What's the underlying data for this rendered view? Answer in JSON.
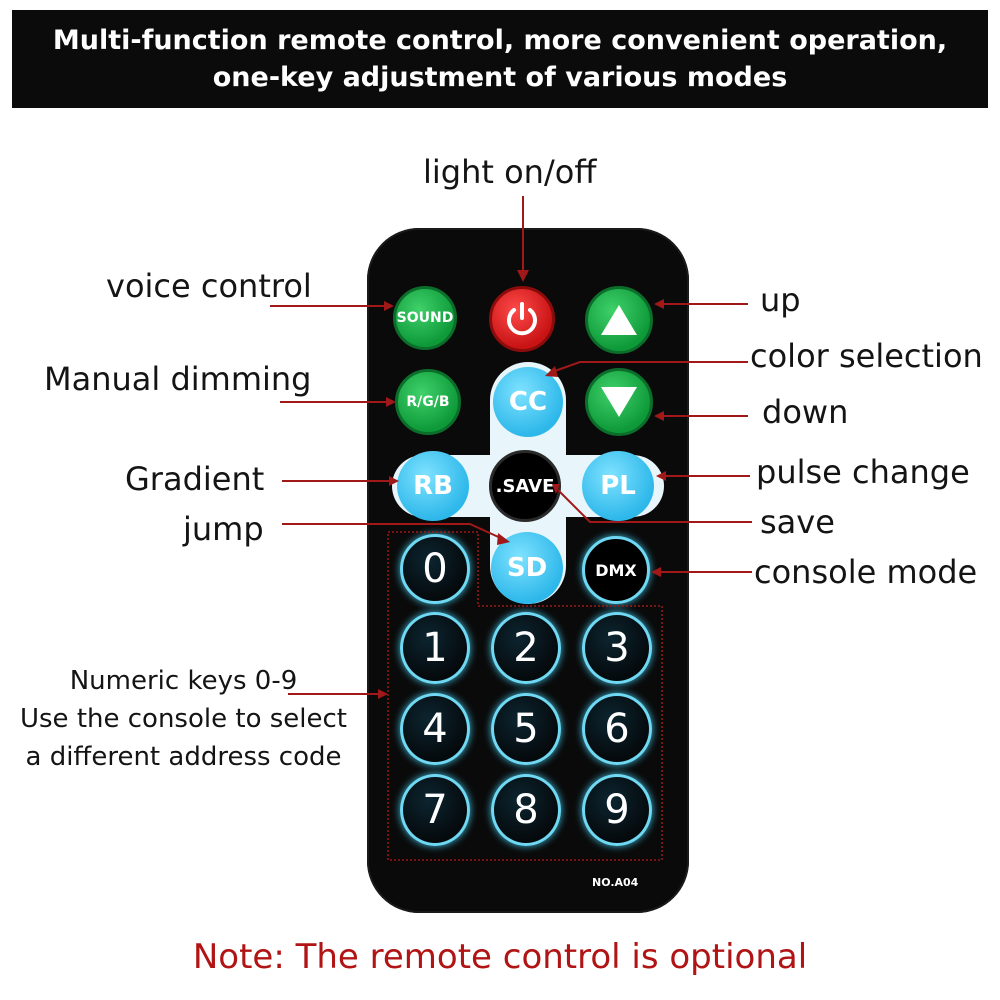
{
  "banner": {
    "line1": "Multi-function remote control, more convenient operation,",
    "line2": "one-key adjustment of various modes"
  },
  "labels": {
    "light": "light on/off",
    "voice": "voice control",
    "manual": "Manual dimming",
    "gradient": "Gradient",
    "jump": "jump",
    "up": "up",
    "color": "color selection",
    "down": "down",
    "pulse": "pulse change",
    "save": "save",
    "console": "console mode",
    "numeric1": "Numeric keys 0-9",
    "numeric2": "Use the console to select",
    "numeric3": "a different address code"
  },
  "buttons": {
    "sound": "SOUND",
    "rgb": "R/G/B",
    "cc": "CC",
    "rb": "RB",
    "save": ".SAVE",
    "pl": "PL",
    "sd": "SD",
    "dmx": "DMX",
    "n0": "0",
    "n1": "1",
    "n2": "2",
    "n3": "3",
    "n4": "4",
    "n5": "5",
    "n6": "6",
    "n7": "7",
    "n8": "8",
    "n9": "9"
  },
  "model": "NO.A04",
  "note": "Note: The remote control is optional",
  "colors": {
    "line": "#a01818",
    "banner": "#0b0b0b",
    "note": "#b11414"
  },
  "icons": [
    "power-icon",
    "up-arrow-icon",
    "down-arrow-icon"
  ]
}
